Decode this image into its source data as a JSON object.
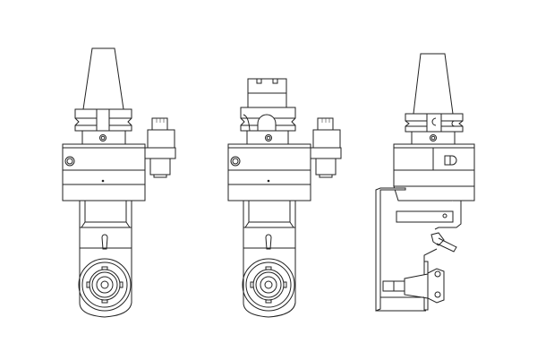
{
  "drawing": {
    "views": [
      "front-view-steep-taper",
      "front-view-hsk",
      "side-view-steep-taper"
    ],
    "line_color": "#222222",
    "background": "#ffffff"
  }
}
